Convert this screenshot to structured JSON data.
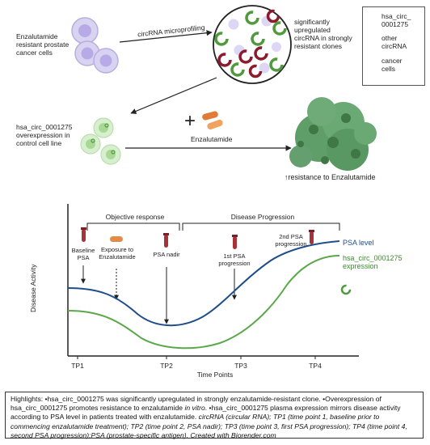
{
  "top": {
    "prostate_cells_label": [
      "Enzalutamide",
      "resistant prostate",
      "cancer cells"
    ],
    "microprofiling_label": "circRNA microprofiling",
    "upregulated_label": [
      "significantly",
      "upregulated",
      "circRNA in strongly",
      "resistant clones"
    ],
    "overexpression_label": [
      "hsa_circ_0001275",
      "overexpression in",
      "control cell line"
    ],
    "plus_sign": "+",
    "drug_label": "Enzalutamide",
    "resistance_label": "↑resistance to Enzalutamide"
  },
  "legend": {
    "item1": [
      "hsa_circ_",
      "0001275"
    ],
    "item2": [
      "other",
      "circRNA"
    ],
    "item3": [
      "cancer",
      "cells"
    ]
  },
  "chart": {
    "ylabel": "Disease Activity",
    "xlabel": "Time Points",
    "ticks": [
      "TP1",
      "TP2",
      "TP3",
      "TP4"
    ],
    "phase1": "Objective response",
    "phase2": "Disease Progression",
    "baseline": [
      "Baseline",
      "PSA"
    ],
    "exposure": [
      "Exposure to",
      "Enzalutamide"
    ],
    "nadir": "PSA nadir",
    "first_prog": [
      "1st PSA",
      "progression"
    ],
    "second_prog": [
      "2nd PSA",
      "progression"
    ],
    "psa_series": "PSA level",
    "circ_series": [
      "hsa_circ_0001275",
      "expression"
    ],
    "colors": {
      "psa": "#1f4e8c",
      "circ": "#5aa84a"
    }
  },
  "caption": {
    "s1": "Highlights: •hsa_circ_0001275 was significantly upregulated  in strongly enzalutamide-resistant clone. •Overexpression of hsa_circ_0001275 promotes resistance to enzalutamide ",
    "s2": "in vitro",
    "s3": ". •hsa_circ_0001275 plasma expression mirrors disease activity according to PSA level in patients treated with enzalutamide. ",
    "s4": "circRNA (circular RNA); TP1 (time point 1, baseline prior to commencing enzalutamide treatment); TP2 (time point 2, PSA nadir); TP3 (time point 3, first PSA progression); TP4 (time point 4, second PSA progression);PSA (prostate-specific antigen). Created with Biorender.com"
  }
}
